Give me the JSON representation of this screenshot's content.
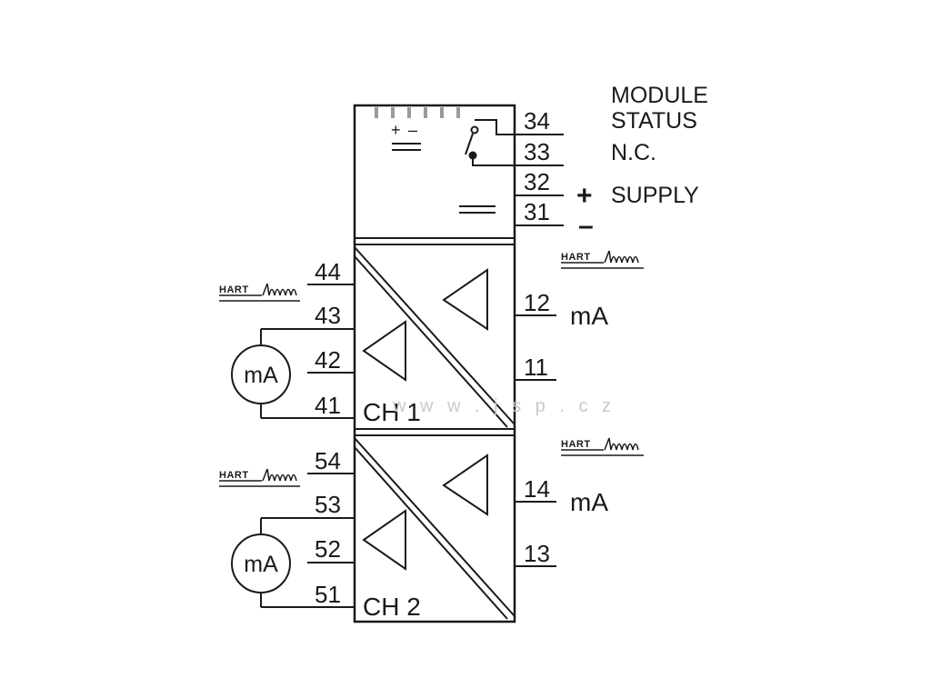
{
  "status": {
    "line1": "MODULE",
    "line2": "STATUS",
    "line3": "N.C.",
    "supply": "SUPPLY",
    "plus": "+",
    "minus": "–",
    "dc_plus": "+",
    "dc_minus": "–"
  },
  "terminals": {
    "t34": "34",
    "t33": "33",
    "t32": "32",
    "t31": "31",
    "t44": "44",
    "t43": "43",
    "t42": "42",
    "t41": "41",
    "t12": "12",
    "t11": "11",
    "t54": "54",
    "t53": "53",
    "t52": "52",
    "t51": "51",
    "t14": "14",
    "t13": "13"
  },
  "channels": {
    "ch1": "CH 1",
    "ch2": "CH 2"
  },
  "units": {
    "out1": "mA",
    "out2": "mA",
    "meter1": "mA",
    "meter2": "mA"
  },
  "hart": "HART",
  "watermark": "w w w . j s p . c z"
}
